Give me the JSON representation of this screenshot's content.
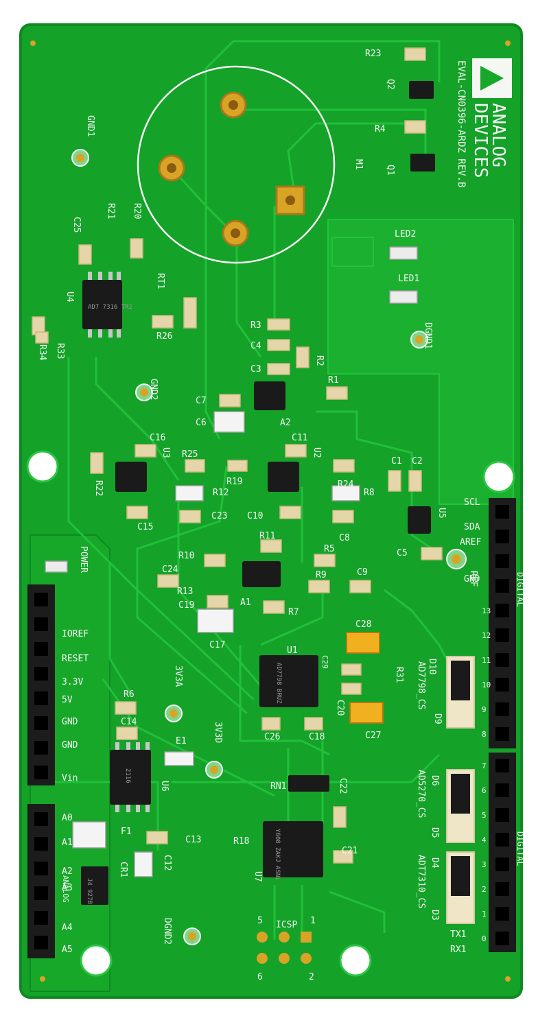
{
  "board": {
    "silkscreen_color": "#f4f7f2",
    "pcb_color": "#17a82a",
    "trace_color": "#1fbf36",
    "gold_color": "#d9a326",
    "title_line": "EVAL-CN0396-ARDZ REV.B",
    "brand_top": "ANALOG",
    "brand_bottom": "DEVICES"
  },
  "labels": {
    "gnd1": "GND1",
    "gnd2": "GND2",
    "dgnd1": "DGND1",
    "dgnd2": "DGND2",
    "m1": "M1",
    "q1": "Q1",
    "q2": "Q2",
    "r23": "R23",
    "r4": "R4",
    "led1": "LED1",
    "led2": "LED2",
    "rt1": "RT1",
    "u4": "U4",
    "u3": "U3",
    "u2": "U2",
    "u5": "U5",
    "u1": "U1",
    "u6": "U6",
    "u7": "U7",
    "a1": "A1",
    "a2": "A2",
    "c25": "C25",
    "r21": "R21",
    "r20": "R20",
    "r26": "R26",
    "r34": "R34",
    "r33": "R33",
    "r3": "R3",
    "c4": "C4",
    "c3": "C3",
    "r2": "R2",
    "r1": "R1",
    "c7": "C7",
    "c6": "C6",
    "c16": "C16",
    "r25": "R25",
    "r12": "R12",
    "c23": "C23",
    "c15": "C15",
    "r22": "R22",
    "c11": "C11",
    "r19": "R19",
    "r24": "R24",
    "r8": "R8",
    "c10": "C10",
    "c8": "C8",
    "c1": "C1",
    "c2": "C2",
    "c5": "C5",
    "r11": "R11",
    "r10": "R10",
    "r5": "R5",
    "r9": "R9",
    "c9": "C9",
    "c24": "C24",
    "r13": "R13",
    "c19": "C19",
    "r7": "R7",
    "c17": "C17",
    "c28": "C28",
    "c29": "C29",
    "r31": "R31",
    "c20": "C20",
    "c27": "C27",
    "c26": "C26",
    "c18": "C18",
    "r6": "R6",
    "c14": "C14",
    "e1": "E1",
    "v3v3a": "3V3A",
    "v3v3d": "3V3D",
    "rn1": "RN1",
    "c22": "C22",
    "c21": "C21",
    "r18": "R18",
    "f1": "F1",
    "c13": "C13",
    "c12": "C12",
    "cr1": "CR1",
    "power": "POWER",
    "ioref": "IOREF",
    "reset": "RESET",
    "v33": "3.3V",
    "v5": "5V",
    "gnd_a": "GND",
    "gnd_b": "GND",
    "vin": "Vin",
    "a0": "A0",
    "a1p": "A1",
    "a2p": "A2",
    "a3": "A3",
    "a4": "A4",
    "a5": "A5",
    "analog": "ANALOG",
    "scl": "SCL",
    "sda": "SDA",
    "aref": "AREF",
    "gnd_r": "GND",
    "ref": "REF",
    "d10": "D10",
    "d9": "D9",
    "ad7798_cs": "AD7798_CS",
    "d6": "D6",
    "d5": "D5",
    "ad5270_cs": "AD5270_CS",
    "d4": "D4",
    "d3": "D3",
    "adt7310_cs": "ADT7310_CS",
    "icsp": "ICSP",
    "icsp5": "5",
    "icsp1": "1",
    "icsp6": "6",
    "icsp2": "2",
    "tx1": "TX1",
    "rx1": "RX1",
    "digital_top": "DIGITAL",
    "digital_bot": "DIGITAL",
    "n13": "13",
    "n12": "12",
    "n11": "11",
    "n10": "10",
    "n9": "9",
    "n8": "8",
    "n7": "7",
    "n6": "6",
    "n5": "5",
    "n4": "4",
    "n3": "3",
    "n2": "2",
    "n1": "1",
    "n0": "0",
    "u4_mark": "AD7 7316 TR2",
    "u1_mark": "AD7798 BRUZ",
    "u7_mark": "Y608 ZAKJ ASNL",
    "u6_mark": "2116",
    "cr1_mark": "J4 927B"
  }
}
